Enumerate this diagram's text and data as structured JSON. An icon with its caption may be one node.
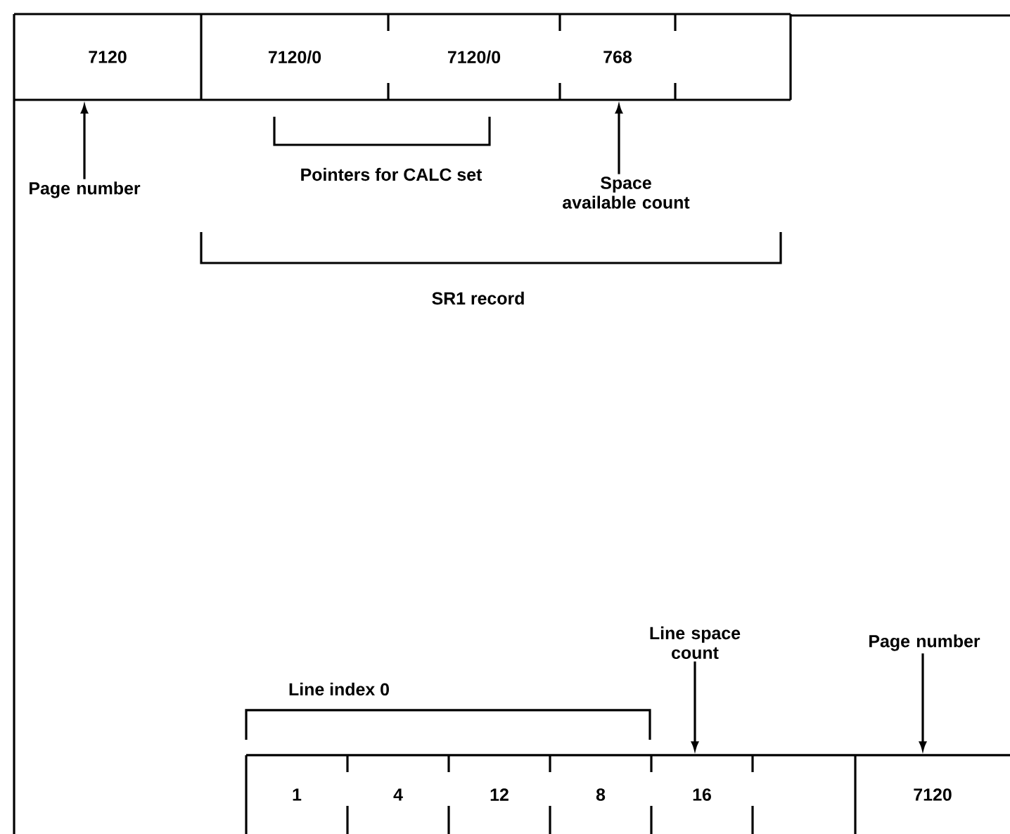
{
  "diagram": {
    "nodes": [
      {
        "text": [
          "7120"
        ]
      },
      {
        "text": [
          "7120/0"
        ]
      },
      {
        "text": [
          "7120/0"
        ]
      },
      {
        "text": [
          "768"
        ]
      },
      {
        "text": [],
        "shape": "box"
      },
      {
        "text": [
          "Page number"
        ]
      },
      {
        "text": [
          "Space available count"
        ]
      },
      {
        "text": [
          "Line space count"
        ]
      },
      {
        "text": [
          "Page number"
        ]
      },
      {
        "text": [
          "1"
        ]
      },
      {
        "text": [
          "4"
        ]
      },
      {
        "text": [
          "12"
        ]
      },
      {
        "text": [
          "8"
        ]
      },
      {
        "text": [
          "16"
        ]
      },
      {
        "text": [],
        "shape": "box"
      },
      {
        "text": [
          "7120"
        ]
      }
    ],
    "edges": [
      {
        "from": 5,
        "to": 0,
        "arrow": "to"
      },
      {
        "from": 6,
        "to": 3,
        "arrow": "to"
      },
      {
        "from": 7,
        "to": 13,
        "arrow": "to"
      },
      {
        "from": 8,
        "to": 15,
        "arrow": "to"
      }
    ],
    "labels": [
      "Pointers for CALC set",
      "SR1 record",
      "Line index 0"
    ]
  }
}
